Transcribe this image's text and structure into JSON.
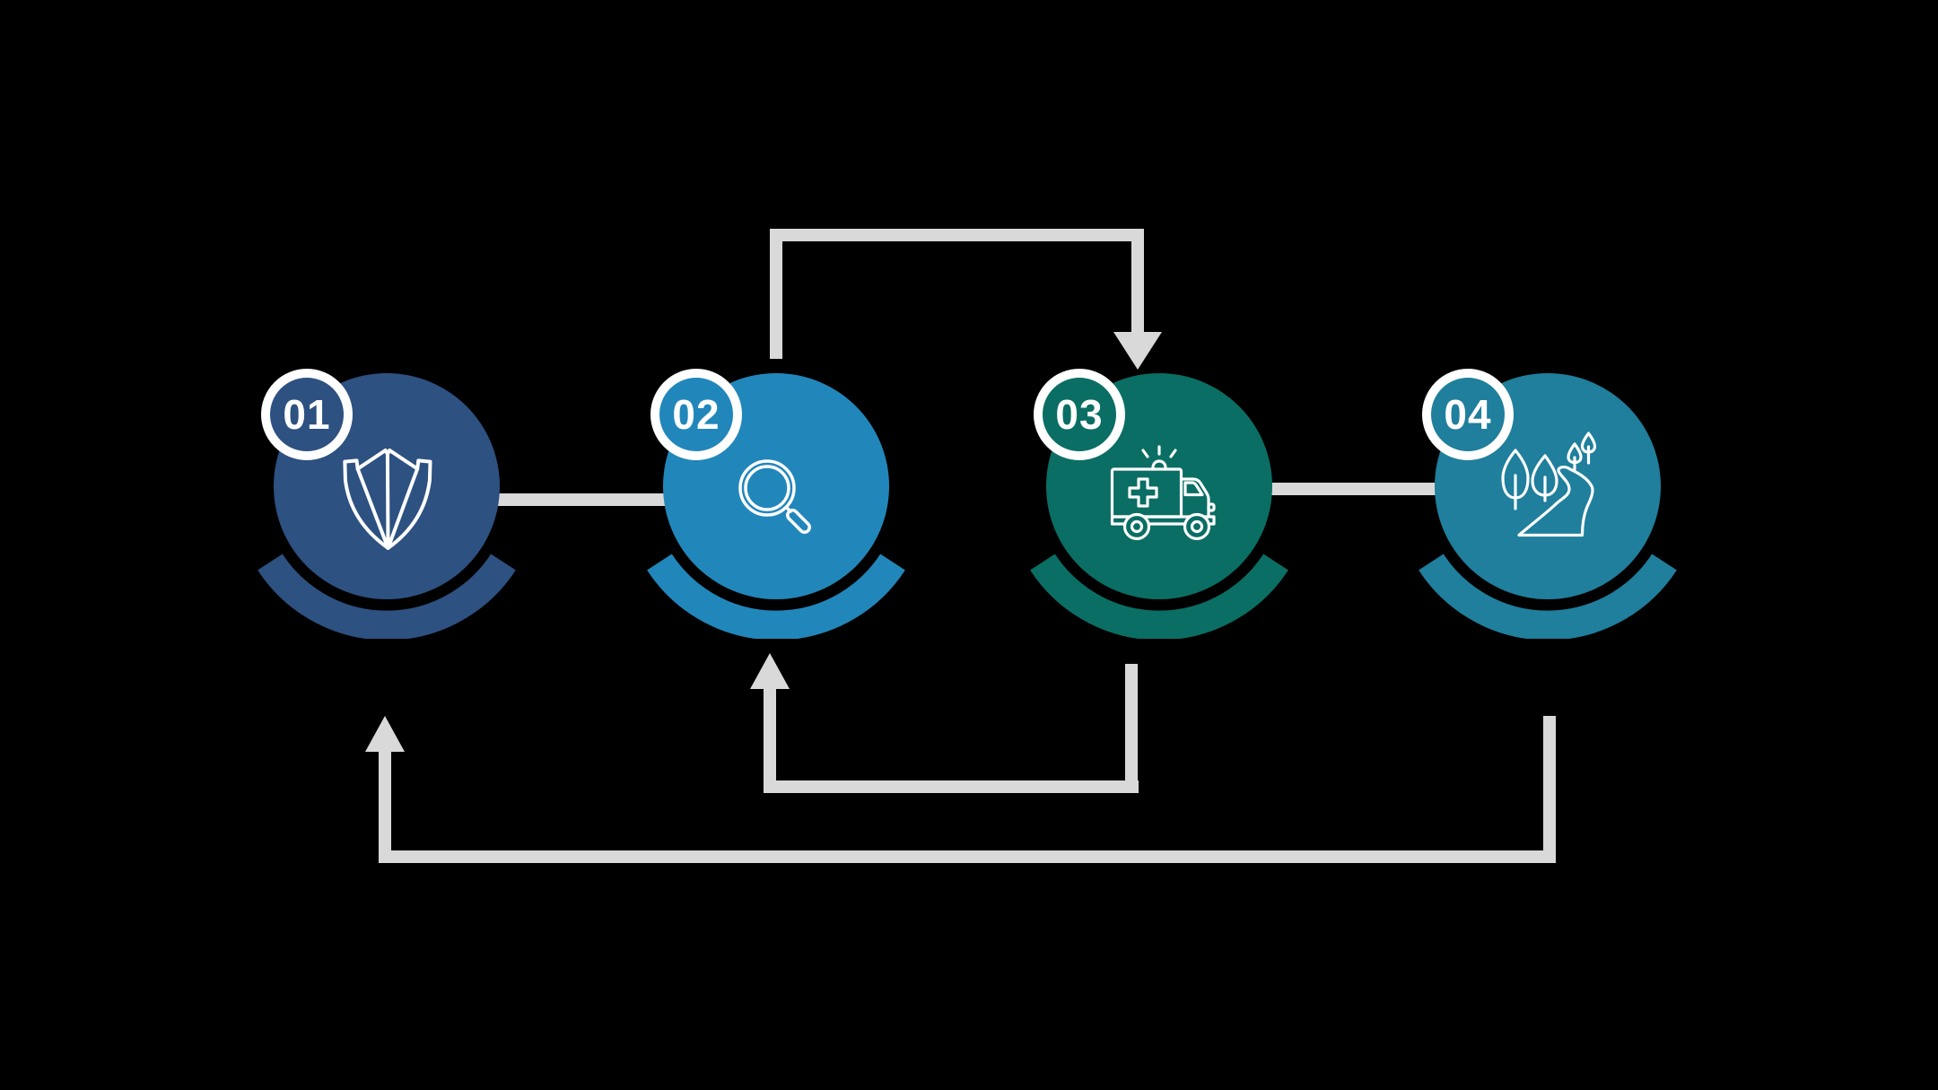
{
  "diagram": {
    "type": "process-cycle-flow",
    "background": "#000000",
    "connector_color": "#d9d9d9",
    "steps": [
      {
        "number": "01",
        "icon": "shield-castle-icon",
        "color": "#2d5180"
      },
      {
        "number": "02",
        "icon": "magnifying-glass-icon",
        "color": "#2187ba"
      },
      {
        "number": "03",
        "icon": "ambulance-icon",
        "color": "#0a6e64"
      },
      {
        "number": "04",
        "icon": "trees-path-icon",
        "color": "#1f7f9c"
      }
    ],
    "connectors": [
      {
        "from": "01",
        "to": "02",
        "style": "straight-line",
        "arrowhead": "none"
      },
      {
        "from": "03",
        "to": "04",
        "style": "straight-line",
        "arrowhead": "none"
      },
      {
        "from": "02",
        "to": "03",
        "style": "elbow-over-top",
        "arrowhead": "down"
      },
      {
        "from": "03",
        "to": "02",
        "style": "elbow-under-bottom",
        "arrowhead": "up"
      },
      {
        "from": "04",
        "to": "01",
        "style": "elbow-under-bottom-outer",
        "arrowhead": "up"
      }
    ]
  }
}
